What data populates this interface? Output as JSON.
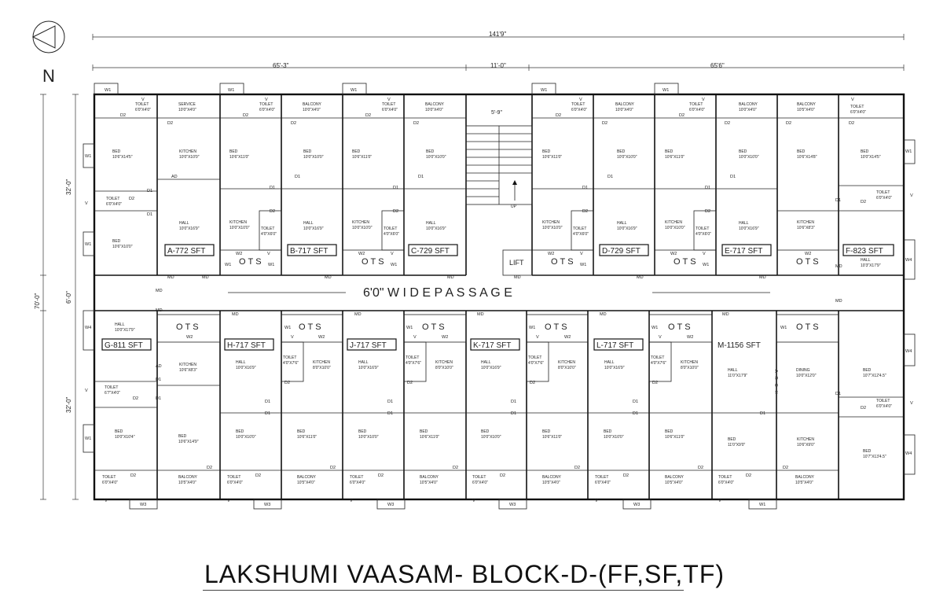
{
  "title": "LAKSHUMI VAASAM- BLOCK-D-(FF,SF,TF)",
  "north_label": "N",
  "dimensions": {
    "overall_width": "141'9\"",
    "left_wing": "65'-3\"",
    "middle": "11'-0\"",
    "right_wing": "65'6\"",
    "overall_depth": "70'-0\"",
    "top_depth": "32'-0\"",
    "passage_depth": "6'-0\"",
    "bottom_depth": "32'-0\"",
    "stair_width": "5'-9\""
  },
  "passage_label": "6'0\" W I D E   P A S S A G E",
  "lift_label": "LIFT",
  "up_label": "UP",
  "arch_label": "ARCH",
  "units": [
    "A-772 SFT",
    "B-717 SFT",
    "C-729 SFT",
    "D-729 SFT",
    "E-717 SFT",
    "F-823 SFT",
    "G-811 SFT",
    "H-717 SFT",
    "J-717 SFT",
    "K-717 SFT",
    "L-717 SFT",
    "M-1156 SFT"
  ],
  "ots_label": "OTS",
  "room_labels": {
    "toilet": "TOILET",
    "bed": "BED",
    "kitchen": "KITCHEN",
    "hall": "HALL",
    "balcony": "BALCONY",
    "service": "SERVICE",
    "dining": "DINING"
  },
  "room_dims": {
    "toilet_a": "6'0\"X4'0\"",
    "service": "10'0\"X4'0\"",
    "balcony": "10'0\"X4'0\"",
    "balcony_b": "10'5\"X4'0\"",
    "bed_a": "10'6\"X14'5\"",
    "bed_std": "10'6\"X11'0\"",
    "bed_k": "10'0\"X10'0\"",
    "kitchen_std": "10'0\"X10'0\"",
    "hall_std": "10'0\"X16'9\"",
    "kitchen_s": "8'0\"X10'0\"",
    "toilet_s": "4'0\"X6'0\"",
    "bed_f": "10'0\"X14'5\"",
    "hall_f": "10'3\"X17'9\"",
    "kitchen_f": "10'6\"X8'3\"",
    "bed_a2": "10'6\"X10'0\"",
    "bed_e": "10'6\"X14'8\"",
    "hall_g": "10'0\"X17'9\"",
    "kitchen_g": "10'6\"X8'3\"",
    "toilet_g": "6'7\"X4'0\"",
    "bed_g": "10'0\"X10'4\"",
    "bed_g2": "10'6\"X14'9\"",
    "toilet_k": "4'0\"X7'6\"",
    "kitchen_k": "8'0\"X10'0\"",
    "hall_m": "11'0\"X17'9\"",
    "dining": "10'0\"X12'0\"",
    "kitchen_m": "10'6\"X9'0\"",
    "bed_m": "11'0\"X9'0\"",
    "bed_r": "10'7\"X12'4.5\"",
    "bed_r2": "10'7\"X13'4.5\"",
    "toilet_r": "6'0\"X4'0\""
  },
  "doors": {
    "d1": "D1",
    "d2": "D2",
    "md": "MD",
    "ad": "AD",
    "v": "V",
    "w1": "W1",
    "w2": "W2",
    "w3": "W3",
    "w4": "W4"
  }
}
